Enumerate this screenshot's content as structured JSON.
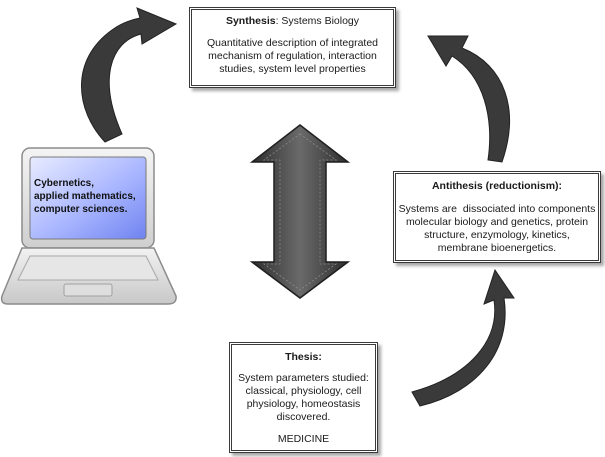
{
  "synthesis": {
    "title_bold": "Synthesis",
    "title_rest": ": Systems Biology",
    "lines": [
      "Quantitative description of integrated",
      "mechanism of regulation, interaction",
      "studies, system level properties"
    ]
  },
  "antithesis": {
    "title": "Antithesis (reductionism):",
    "lines": [
      "Systems are  dissociated into components",
      "molecular biology and genetics, protein",
      "structure, enzymology, kinetics,",
      "membrane bioenergetics."
    ]
  },
  "thesis": {
    "title": "Thesis:",
    "lines": [
      "System parameters studied:",
      "classical, physiology, cell",
      "physiology, homeostasis",
      "discovered."
    ],
    "footer": "MEDICINE"
  },
  "laptop": {
    "lines": [
      "Cybernetics,",
      "applied mathematics,",
      "computer sciences."
    ]
  }
}
